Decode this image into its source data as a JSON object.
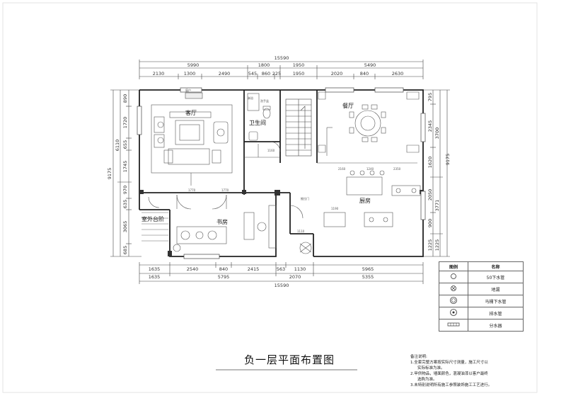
{
  "title": "负一层平面布置图",
  "rooms": {
    "living": "客厅",
    "bathroom": "卫生间",
    "dining": "餐厅",
    "kitchen": "厨房",
    "study": "书房",
    "outdoor_steps": "室外台阶"
  },
  "dims_top": {
    "total": "15590",
    "row2": [
      "5990",
      "1800",
      "1950",
      "5490"
    ],
    "row3": [
      "2130",
      "1300",
      "2490",
      "545",
      "860",
      "225",
      "1950",
      "2020",
      "840",
      "2630"
    ]
  },
  "dims_bottom": {
    "row1": [
      "1635",
      "2540",
      "840",
      "2415",
      "563",
      "1130",
      "5965"
    ],
    "row2": [
      "1635",
      "5795",
      "2070",
      "5355"
    ],
    "total": "15590"
  },
  "dims_left": {
    "inner": [
      "890",
      "1720",
      "655",
      "1745",
      "970",
      "635",
      "3065",
      "685"
    ],
    "mid": "6110",
    "total": "9175"
  },
  "dims_right": {
    "inner": [
      "795",
      "2345",
      "1620",
      "2050",
      "900",
      "1225"
    ],
    "mid": [
      "3700",
      "3771",
      "1225"
    ],
    "total": "9175"
  },
  "legend": {
    "header_symbol": "图例",
    "header_name": "名称",
    "items": [
      "50下水管",
      "地漏",
      "马桶下水管",
      "排水管",
      "分水器"
    ]
  },
  "notes": [
    "备注说明:",
    "1.全套完整方案按实际尺寸测量，施工尺寸以",
    "实际标准为准。",
    "2.甲供物品，墙面颜色，混凝油漆以客户最终",
    "选购为准。",
    "3.未特别说明所有施工参照装饰施工工艺进行。"
  ],
  "small_labels": {
    "shower": "淋浴",
    "washbasin": "洗手盆",
    "window": "窗户",
    "door1": "推拉门",
    "dim_inner_1": "1770",
    "dim_inner_2": "1770",
    "dim_inner_3": "1110",
    "dim_inner_4": "1160",
    "dim_inner_5": "2160",
    "dim_inner_6": "1240",
    "dim_inner_7": "2350",
    "dim_inner_8": "1190"
  }
}
